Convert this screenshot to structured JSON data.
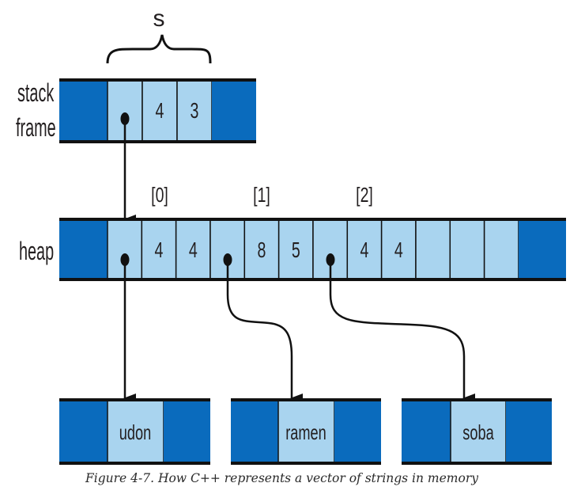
{
  "variable_name": "s",
  "labels": {
    "stack_line1": "stack",
    "stack_line2": "frame",
    "heap": "heap"
  },
  "stack_frame": {
    "cells": [
      "",
      "4",
      "3"
    ]
  },
  "heap": {
    "indices": [
      "[0]",
      "[1]",
      "[2]"
    ],
    "cells": [
      "",
      "4",
      "4",
      "",
      "8",
      "5",
      "",
      "4",
      "4",
      "",
      "",
      ""
    ]
  },
  "strings": [
    "udon",
    "ramen",
    "soba"
  ],
  "caption": "Figure 4-7. How C++ represents a vector of strings in memory",
  "colors": {
    "dark_blue": "#0a6bbd",
    "light_blue": "#a9d4ef",
    "outline": "#111111"
  }
}
